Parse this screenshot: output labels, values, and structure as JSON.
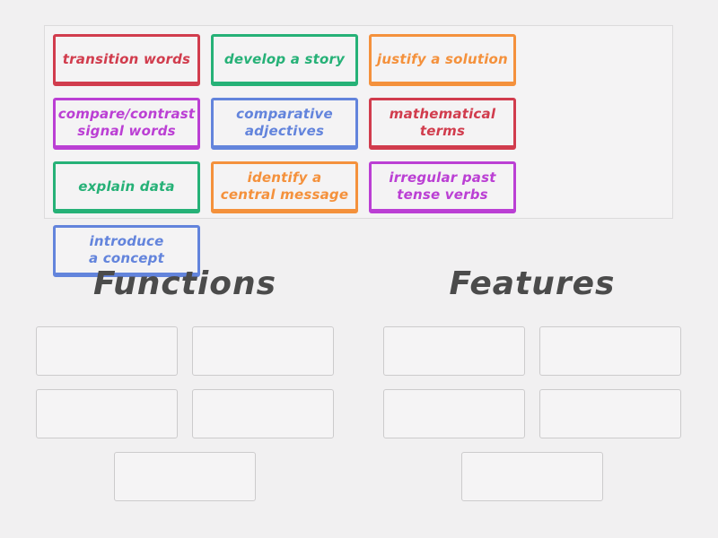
{
  "activity": {
    "type": "group-sort",
    "background": "#f1f0f1"
  },
  "palette": {
    "red": "#d13c4d",
    "green": "#26b177",
    "orange": "#f4913c",
    "purple": "#bb3fd4",
    "blue": "#6384dc",
    "header_text": "#4b4b4b",
    "slot_border": "#cccbcc",
    "tray_border": "#dcdbdc"
  },
  "tray": {
    "cards": [
      {
        "label": "transition words",
        "color": "#d13c4d"
      },
      {
        "label": "develop a story",
        "color": "#26b177"
      },
      {
        "label": "justify a solution",
        "color": "#f4913c"
      },
      {
        "label": "compare/contrast\nsignal words",
        "color": "#bb3fd4"
      },
      {
        "label": "comparative\nadjectives",
        "color": "#6384dc"
      },
      {
        "label": "mathematical\nterms",
        "color": "#d13c4d"
      },
      {
        "label": "explain data",
        "color": "#26b177"
      },
      {
        "label": "identify a\ncentral message",
        "color": "#f4913c"
      },
      {
        "label": "irregular past\ntense verbs",
        "color": "#bb3fd4"
      },
      {
        "label": "introduce\na concept",
        "color": "#6384dc"
      }
    ]
  },
  "groups": [
    {
      "title": "Functions",
      "slot_count": 5
    },
    {
      "title": "Features",
      "slot_count": 5
    }
  ]
}
